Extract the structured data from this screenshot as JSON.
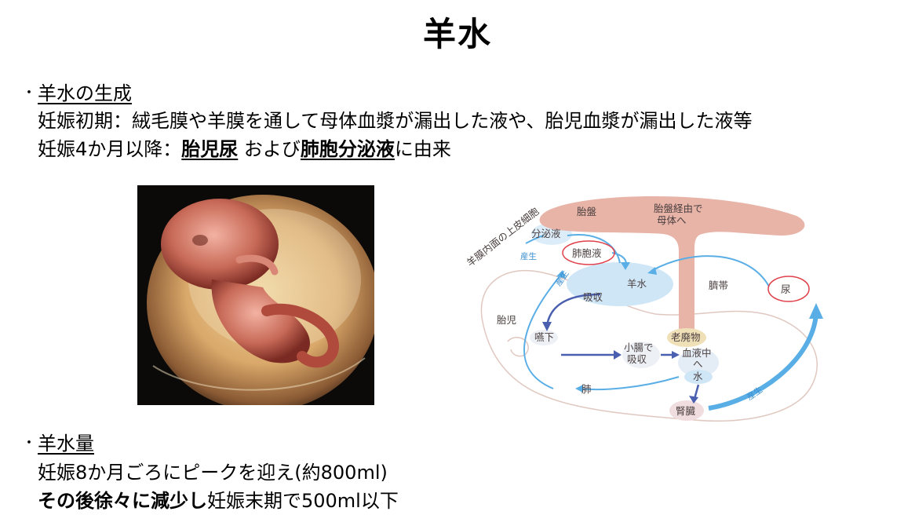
{
  "title": "羊水",
  "section1": {
    "bullet": "・",
    "heading": "羊水の生成",
    "line1": "妊娠初期：絨毛膜や羊膜を通して母体血漿が漏出した液や、胎児血漿が漏出した液等",
    "line2": {
      "prefix": "妊娠4か月以降：",
      "term1": "胎児尿",
      "mid": " および",
      "term2": "肺胞分泌液",
      "suffix": "に由来"
    }
  },
  "section2": {
    "bullet": "・",
    "heading": "羊水量",
    "line1": "妊娠8か月ごろにピークを迎え(約800ml)",
    "line2": {
      "prefix": "その後",
      "bold": "徐々に減少し",
      "suffix": "妊娠末期で500ml以下"
    }
  },
  "diagram": {
    "amnion_cells": "羊膜内面の上皮細胞",
    "placenta": "胎盤",
    "via_placenta_1": "胎盤経由で",
    "via_placenta_2": "母体へ",
    "secretion": "分泌液",
    "produce_1": "産生",
    "alveolar_fluid": "肺胞液",
    "produce_2": "産生",
    "amniotic_fluid": "羊水",
    "umbilical_cord": "臍帯",
    "urine": "尿",
    "absorb": "吸収",
    "fetus": "胎児",
    "waste": "老廃物",
    "swallow": "嚥下",
    "intestine_1": "小腸で",
    "intestine_2": "吸収",
    "blood_1": "血液中",
    "blood_2": "へ",
    "water": "水",
    "lung": "肺",
    "produce_3": "産生",
    "kidney": "腎臓"
  },
  "colors": {
    "placenta": "#e8b4a8",
    "arrow_light": "#5aaee6",
    "arrow_dark": "#4a5fb0",
    "highlight_ring": "#e0404a",
    "fluid_blob": "#cfe6f7"
  }
}
